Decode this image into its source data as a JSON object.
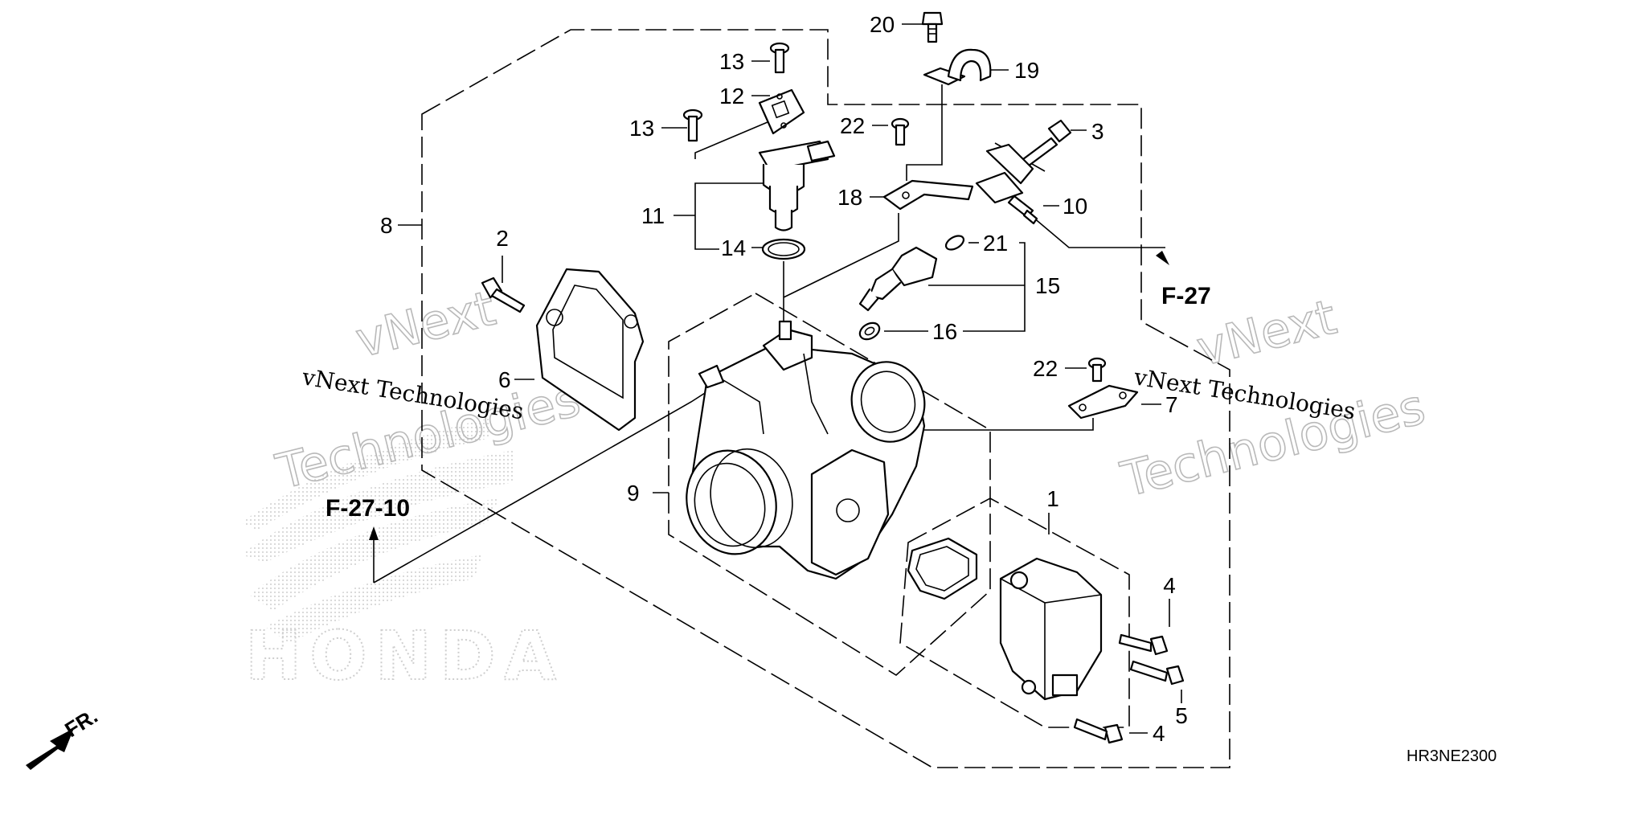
{
  "diagram": {
    "callouts": {
      "n1": "1",
      "n2": "2",
      "n3": "3",
      "n4a": "4",
      "n4b": "4",
      "n5": "5",
      "n6": "6",
      "n7": "7",
      "n8": "8",
      "n9": "9",
      "n10": "10",
      "n11": "11",
      "n12": "12",
      "n13a": "13",
      "n13b": "13",
      "n14": "14",
      "n15": "15",
      "n16": "16",
      "n18": "18",
      "n19": "19",
      "n20": "20",
      "n21": "21",
      "n22a": "22",
      "n22b": "22"
    },
    "references": {
      "f27": "F-27",
      "f2710": "F-27-10"
    },
    "diagram_code": "HR3NE2300",
    "front_label": "FR.",
    "watermark": {
      "line_small": "vNext Technologies",
      "word_top": "vNext",
      "word_bottom": "Technologies",
      "brand": "HONDA"
    }
  }
}
